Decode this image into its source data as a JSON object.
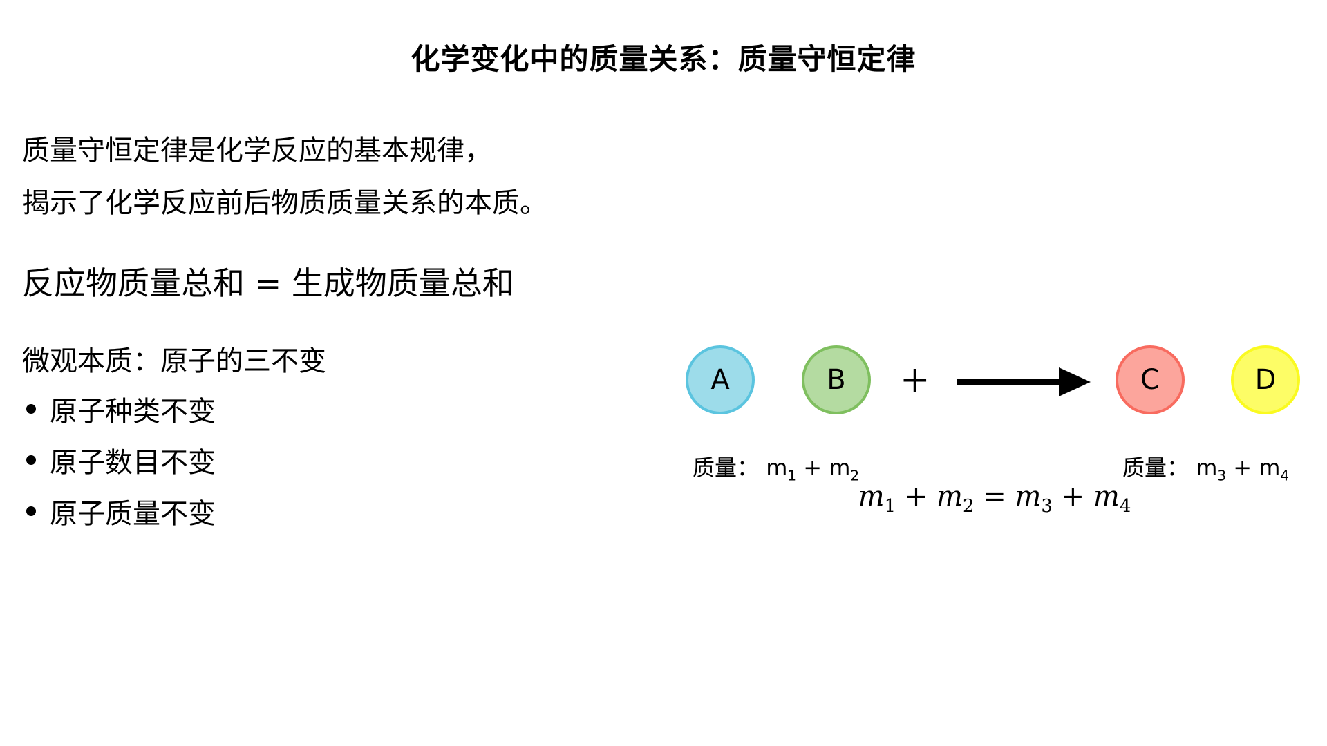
{
  "title": "化学变化中的质量关系：质量守恒定律",
  "intro": {
    "line1": "质量守恒定律是化学反应的基本规律，",
    "line2": "揭示了化学反应前后物质质量关系的本质。"
  },
  "equation": "反应物质量总和 = 生成物质量总和",
  "micro": {
    "heading": "微观本质：原子的三不变",
    "bullets": [
      "原子种类不变",
      "原子数目不变",
      "原子质量不变"
    ]
  },
  "diagram": {
    "reactants": [
      {
        "label": "A",
        "fill": "#9ddcea",
        "stroke": "#5bc4df"
      },
      {
        "label": "B",
        "fill": "#b4dba1",
        "stroke": "#7fbf5f"
      }
    ],
    "plus": "+",
    "arrow": "arrow-right",
    "products": [
      {
        "label": "C",
        "fill": "#fca59c",
        "stroke": "#f86b5f"
      },
      {
        "label": "D",
        "fill": "#fdfd66",
        "stroke": "#fafa20"
      }
    ],
    "reactant_mass": {
      "prefix": "质量：",
      "m_a": "m",
      "sub_a": "1",
      "op": "+",
      "m_b": "m",
      "sub_b": "2"
    },
    "product_mass": {
      "prefix": "质量：",
      "m_a": "m",
      "sub_a": "3",
      "op": "+",
      "m_b": "m",
      "sub_b": "4"
    },
    "formula": {
      "t1": "m",
      "s1": "1",
      "op1": "+",
      "t2": "m",
      "s2": "2",
      "eq": "=",
      "t3": "m",
      "s3": "3",
      "op2": "+",
      "t4": "m",
      "s4": "4"
    }
  }
}
